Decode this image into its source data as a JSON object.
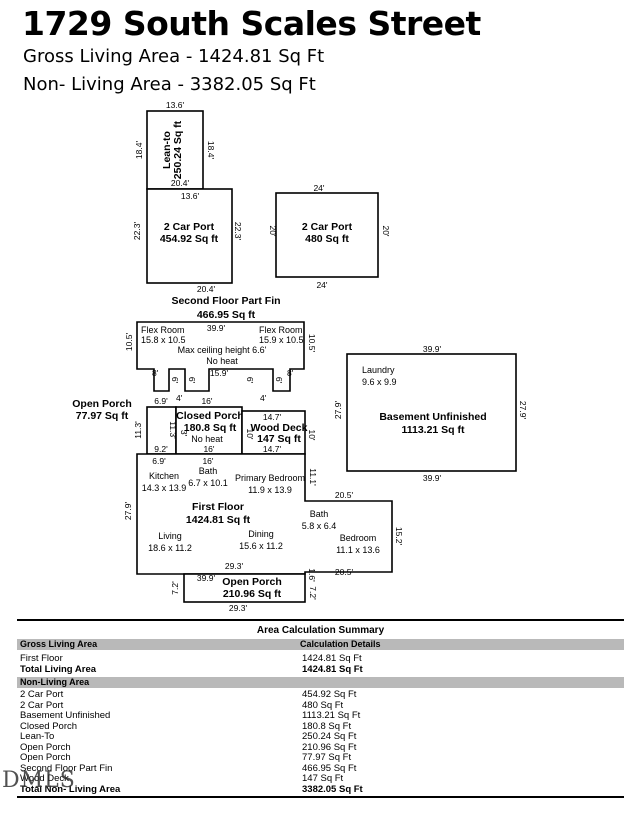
{
  "header": {
    "title": "1729 South Scales Street",
    "gross_living": "Gross Living Area - 1424.81 Sq Ft",
    "non_living": "Non- Living Area - 3382.05 Sq Ft"
  },
  "plan": {
    "leanto": {
      "name": "Lean-to",
      "area": "250.24 Sq ft",
      "top": "13.6'",
      "left": "18.4'",
      "right": "18.4'",
      "bottom": "20.4'"
    },
    "carport1": {
      "name": "2 Car Port",
      "area": "454.92 Sq ft",
      "top": "13.6'",
      "left": "22.3'",
      "right": "22.3'",
      "bottom": "20.4'"
    },
    "carport2": {
      "name": "2 Car Port",
      "area": "480 Sq ft",
      "top": "24'",
      "left": "20'",
      "right": "20'",
      "bottom": "24'"
    },
    "second_floor": {
      "name": "Second Floor Part Fin",
      "area": "466.95 Sq ft",
      "top": "39.9'",
      "left": "10.5'",
      "right": "10.5'",
      "flex1_name": "Flex Room",
      "flex1_dims": "15.8 x 10.5",
      "flex2_name": "Flex Room",
      "flex2_dims": "15.9 x 10.5",
      "ceiling": "Max ceiling height 6.6'",
      "noheat": "No heat",
      "mid": "15.9'",
      "n8a": "8'",
      "n6a": "6'",
      "n6b": "6'",
      "n6c": "6'",
      "n6d": "6'",
      "n8b": "8'",
      "n4a": "4'",
      "n4b": "4'"
    },
    "basement": {
      "name": "Basement Unfinished",
      "area": "1113.21 Sq ft",
      "room": "Laundry",
      "room_dims": "9.6 x 9.9",
      "top": "39.9'",
      "bottom": "39.9'",
      "left": "27.9'",
      "right": "27.9'"
    },
    "open_porch1": {
      "name": "Open Porch",
      "area": "77.97 Sq ft",
      "top": "6.9'",
      "left": "11.3'",
      "bottom": "9.2'"
    },
    "closed_porch": {
      "name": "Closed Porch",
      "area": "180.8 Sq ft",
      "noheat": "No heat",
      "top": "16'",
      "bottom": "16'",
      "left": "11.3'",
      "inner": "3'"
    },
    "wood_deck": {
      "name": "Wood Deck",
      "area": "147 Sq ft",
      "top": "14.7'",
      "bottom": "14.7'",
      "left": "10'",
      "right": "10'"
    },
    "first_floor": {
      "name": "First Floor",
      "area": "1424.81 Sq ft",
      "kitchen": "Kitchen",
      "kitchen_dims": "14.3 x 13.9",
      "bath1": "Bath",
      "bath1_dims": "6.7 x 10.1",
      "primary": "Primary Bedroom",
      "primary_dims": "11.9 x 13.9",
      "living": "Living",
      "living_dims": "18.6 x 11.2",
      "dining": "Dining",
      "dining_dims": "15.6 x 11.2",
      "bath2": "Bath",
      "bath2_dims": "5.8 x 6.4",
      "bedroom": "Bedroom",
      "bedroom_dims": "11.1 x 13.6",
      "d_69": "6.9'",
      "d_16": "16'",
      "d_left": "27.9'",
      "d_111": "11.1'",
      "d_205a": "20.5'",
      "d_152": "15.2'",
      "d_205b": "20.5'",
      "d_16b": "1.6'",
      "d_293": "29.3'"
    },
    "open_porch2": {
      "name": "Open Porch",
      "area": "210.96 Sq ft",
      "top": "39.9'",
      "bottom": "29.3'",
      "left": "7.2'",
      "right": "7.2'"
    }
  },
  "summary": {
    "title": "Area Calculation Summary",
    "gross_header": "Gross Living Area",
    "calc_header": "Calculation Details",
    "gross_rows": [
      {
        "name": "First Floor",
        "value": "1424.81 Sq Ft"
      }
    ],
    "gross_total": {
      "name": "Total Living Area",
      "value": "1424.81 Sq Ft"
    },
    "non_header": "Non-Living Area",
    "non_rows": [
      {
        "name": "2 Car Port",
        "value": "454.92 Sq Ft"
      },
      {
        "name": "2 Car Port",
        "value": "480 Sq Ft"
      },
      {
        "name": "Basement Unfinished",
        "value": "1113.21 Sq Ft"
      },
      {
        "name": "Closed Porch",
        "value": "180.8 Sq Ft"
      },
      {
        "name": "Lean-To",
        "value": "250.24 Sq Ft"
      },
      {
        "name": "Open Porch",
        "value": "210.96 Sq Ft"
      },
      {
        "name": "Open Porch",
        "value": "77.97 Sq Ft"
      },
      {
        "name": "Second Floor Part Fin",
        "value": "466.95 Sq Ft"
      },
      {
        "name": "Wood Deck",
        "value": "147 Sq Ft"
      }
    ],
    "non_total": {
      "name": "Total Non- Living Area",
      "value": "3382.05 Sq Ft"
    }
  },
  "watermark": "DMLS"
}
